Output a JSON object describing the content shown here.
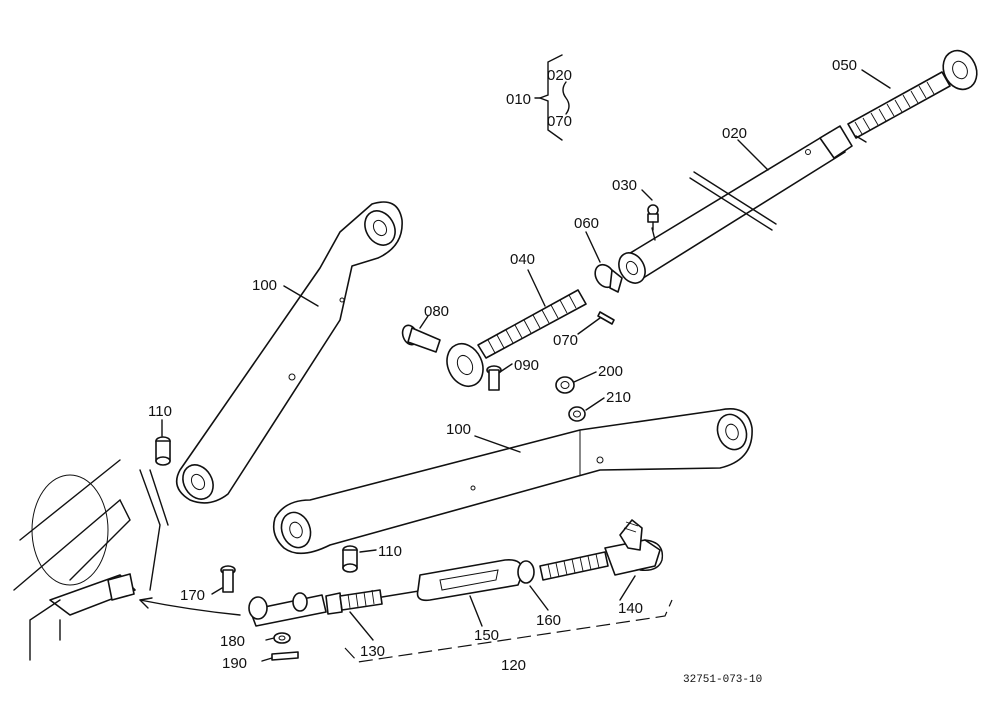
{
  "diagram": {
    "callouts": [
      {
        "id": "c010",
        "text": "010"
      },
      {
        "id": "c020a",
        "text": "020"
      },
      {
        "id": "c070a",
        "text": "070"
      },
      {
        "id": "c020",
        "text": "020"
      },
      {
        "id": "c030",
        "text": "030"
      },
      {
        "id": "c040",
        "text": "040"
      },
      {
        "id": "c050",
        "text": "050"
      },
      {
        "id": "c060",
        "text": "060"
      },
      {
        "id": "c070",
        "text": "070"
      },
      {
        "id": "c080",
        "text": "080"
      },
      {
        "id": "c090",
        "text": "090"
      },
      {
        "id": "c100a",
        "text": "100"
      },
      {
        "id": "c100b",
        "text": "100"
      },
      {
        "id": "c110a",
        "text": "110"
      },
      {
        "id": "c110b",
        "text": "110"
      },
      {
        "id": "c120",
        "text": "120"
      },
      {
        "id": "c130",
        "text": "130"
      },
      {
        "id": "c140",
        "text": "140"
      },
      {
        "id": "c150",
        "text": "150"
      },
      {
        "id": "c160",
        "text": "160"
      },
      {
        "id": "c170",
        "text": "170"
      },
      {
        "id": "c180",
        "text": "180"
      },
      {
        "id": "c190",
        "text": "190"
      },
      {
        "id": "c200",
        "text": "200"
      },
      {
        "id": "c210",
        "text": "210"
      }
    ],
    "drawing_number": "32751-073-10"
  }
}
